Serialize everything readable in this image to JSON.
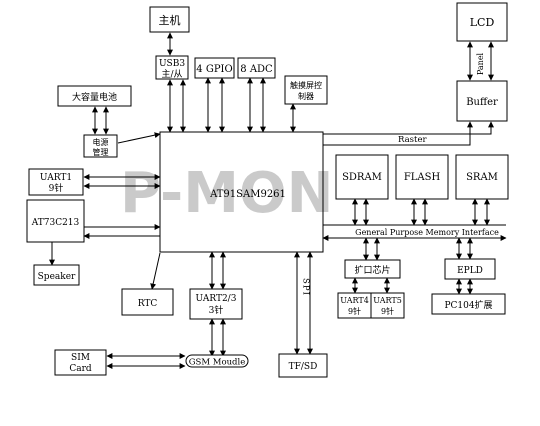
{
  "blocks": {
    "host": "主机",
    "usb_line1": "USB3",
    "usb_line2": "主/从",
    "gpio": "4 GPIO",
    "adc": "8 ADC",
    "touch_line1": "触摸屏控",
    "touch_line2": "制器",
    "lcd": "LCD",
    "buffer": "Buffer",
    "battery": "大容量电池",
    "power_line1": "电源",
    "power_line2": "管理",
    "cpu": "AT91SAM9261",
    "uart1_line1": "UART1",
    "uart1_line2": "9针",
    "sdram": "SDRAM",
    "flash": "FLASH",
    "sram": "SRAM",
    "codec": "AT73C213",
    "speaker": "Speaker",
    "expander": "扩口芯片",
    "epld": "EPLD",
    "rtc": "RTC",
    "uart23_line1": "UART2/3",
    "uart23_line2": "3针",
    "uart4_line1": "UART4",
    "uart4_line2": "9针",
    "uart5_line1": "UART5",
    "uart5_line2": "9针",
    "pc104": "PC104扩展",
    "sim_line1": "SIM",
    "sim_line2": "Card",
    "gsm": "GSM Moudle",
    "tfsd": "TF/SD"
  },
  "bus_labels": {
    "raster": "Raster",
    "panel": "Panel",
    "bus": "General Purpose Memory Interface",
    "spi": "SPI"
  },
  "watermark": "P-MON",
  "colors": {
    "line": "#000000",
    "watermark": "#8c8c8c"
  }
}
